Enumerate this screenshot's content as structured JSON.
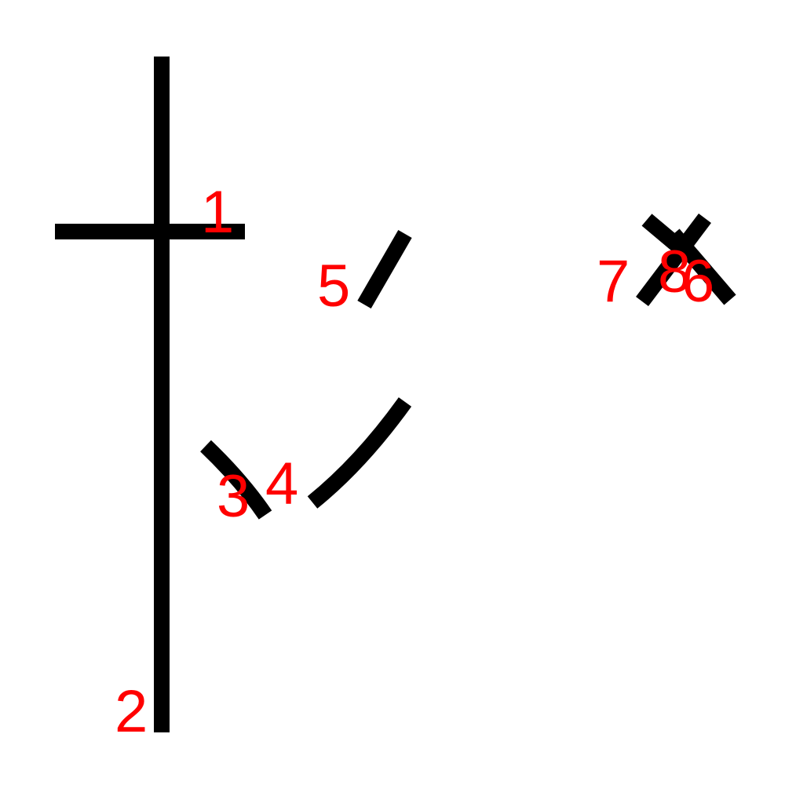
{
  "colors": {
    "stroke": "#000000",
    "label": "#ff0000",
    "background": "#ffffff"
  },
  "strokes": [
    {
      "id": "stroke-1",
      "label": "1"
    },
    {
      "id": "stroke-2",
      "label": "2"
    },
    {
      "id": "stroke-3",
      "label": "3"
    },
    {
      "id": "stroke-4",
      "label": "4"
    },
    {
      "id": "stroke-5",
      "label": "5"
    },
    {
      "id": "stroke-6",
      "label": "6"
    },
    {
      "id": "stroke-7",
      "label": "7"
    },
    {
      "id": "stroke-8",
      "label": "8"
    }
  ]
}
